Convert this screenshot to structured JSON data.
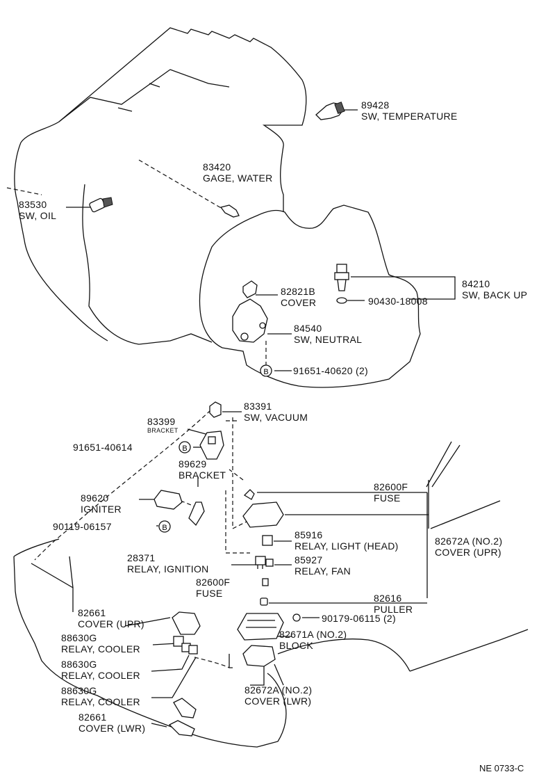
{
  "parts": [
    {
      "id": "p89428",
      "number": "89428",
      "name": "SW, TEMPERATURE"
    },
    {
      "id": "p83420",
      "number": "83420",
      "name": "GAGE, WATER"
    },
    {
      "id": "p83530",
      "number": "83530",
      "name": "SW, OIL"
    },
    {
      "id": "p84210",
      "number": "84210",
      "name": "SW, BACK UP"
    },
    {
      "id": "p82821b",
      "number": "82821B",
      "name": "COVER"
    },
    {
      "id": "p90430",
      "number": "90430-18008",
      "name": ""
    },
    {
      "id": "p84540",
      "number": "84540",
      "name": "SW, NEUTRAL"
    },
    {
      "id": "p91651a",
      "number": "91651-40620 (2)",
      "name": ""
    },
    {
      "id": "p83391",
      "number": "83391",
      "name": "SW, VACUUM"
    },
    {
      "id": "p83399",
      "number": "83399",
      "name": "BRACKET"
    },
    {
      "id": "p91651b",
      "number": "91651-40614",
      "name": ""
    },
    {
      "id": "p89629",
      "number": "89629",
      "name": "BRACKET"
    },
    {
      "id": "p89620",
      "number": "89620",
      "name": "IGNITER"
    },
    {
      "id": "p90119",
      "number": "90119-06157",
      "name": ""
    },
    {
      "id": "p82600f1",
      "number": "82600F",
      "name": "FUSE"
    },
    {
      "id": "p85916",
      "number": "85916",
      "name": "RELAY, LIGHT (HEAD)"
    },
    {
      "id": "p82672a2",
      "number": "82672A (NO.2)",
      "name": "COVER (UPR)"
    },
    {
      "id": "p28371",
      "number": "28371",
      "name": "RELAY, IGNITION"
    },
    {
      "id": "p85927",
      "number": "85927",
      "name": "RELAY, FAN"
    },
    {
      "id": "p82600f2",
      "number": "82600F",
      "name": "FUSE"
    },
    {
      "id": "p82616",
      "number": "82616",
      "name": "PULLER"
    },
    {
      "id": "p82661a",
      "number": "82661",
      "name": "COVER (UPR)"
    },
    {
      "id": "p90179",
      "number": "90179-06115 (2)",
      "name": ""
    },
    {
      "id": "p88630g1",
      "number": "88630G",
      "name": "RELAY, COOLER"
    },
    {
      "id": "p82671a",
      "number": "82671A (NO.2)",
      "name": "BLOCK"
    },
    {
      "id": "p88630g2",
      "number": "88630G",
      "name": "RELAY, COOLER"
    },
    {
      "id": "p88630g3",
      "number": "88630G",
      "name": "RELAY, COOLER"
    },
    {
      "id": "p82672a3",
      "number": "82672A (NO.2)",
      "name": "COVER (LWR)"
    },
    {
      "id": "p82661b",
      "number": "82661",
      "name": "COVER (LWR)"
    }
  ],
  "bolt_marker": "B",
  "figure_code": "NE 0733-C"
}
